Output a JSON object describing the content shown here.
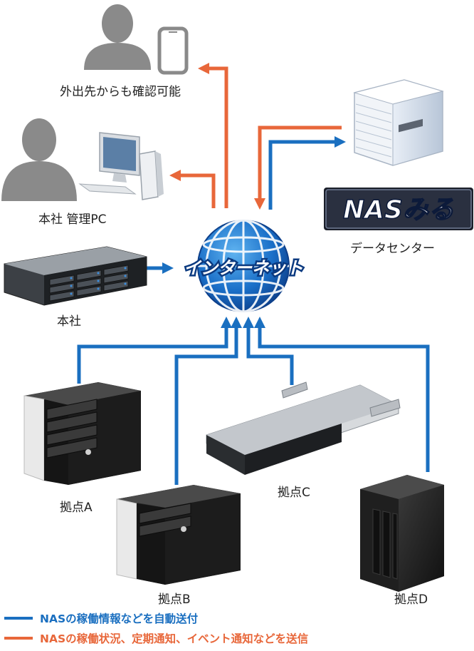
{
  "colors": {
    "blue": "#1a6fc0",
    "orange": "#e8673a",
    "person": "#8a8a8a"
  },
  "labels": {
    "remote": "外出先からも確認可能",
    "hq_pc": "本社 管理PC",
    "hq": "本社",
    "datacenter": "データセンター",
    "site_a": "拠点A",
    "site_b": "拠点B",
    "site_c": "拠点C",
    "site_d": "拠点D"
  },
  "logo_text": "NASみる",
  "globe_text": "インターネット",
  "legend": [
    {
      "text": "NASの稼働情報などを自動送付",
      "color": "blue"
    },
    {
      "text": "NASの稼働状況、定期通知、イベント通知などを送信",
      "color": "orange"
    }
  ],
  "icons": [
    "person-icon",
    "smartphone-icon",
    "desktop-pc-icon",
    "server-icon",
    "globe-icon",
    "rack-nas-icon",
    "nas-icon"
  ]
}
